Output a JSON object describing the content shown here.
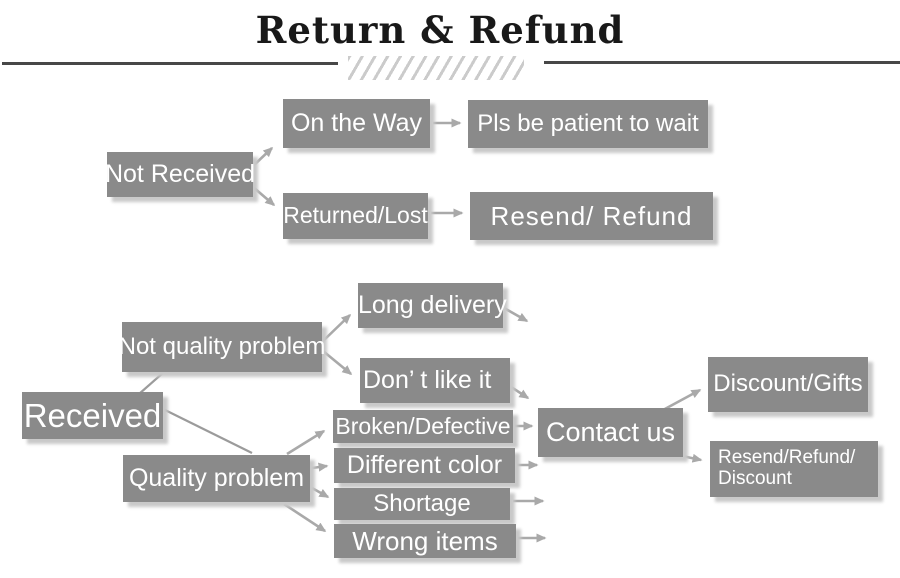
{
  "page": {
    "title": "Return & Refund"
  },
  "colors": {
    "box_fill": "#8a8a8a",
    "box_text": "#ffffff",
    "arrow": "#a9a9a9",
    "title_text": "#191919",
    "divider": "#474747",
    "hatch": "#cbcbcb",
    "background": "#ffffff"
  },
  "nodes": {
    "not_received": {
      "label": "Not Received"
    },
    "on_the_way": {
      "label": "On the Way"
    },
    "pls_be_patient": {
      "label": "Pls be patient to wait"
    },
    "returned_lost": {
      "label": "Returned/Lost"
    },
    "resend_refund": {
      "label": "Resend/ Refund"
    },
    "received": {
      "label": "Received"
    },
    "not_quality_problem": {
      "label": "Not quality problem"
    },
    "long_delivery": {
      "label": "Long delivery"
    },
    "dont_like_it": {
      "label": "Don’ t like it"
    },
    "quality_problem": {
      "label": "Quality problem"
    },
    "broken_defective": {
      "label": "Broken/Defective"
    },
    "different_color": {
      "label": "Different color"
    },
    "shortage": {
      "label": "Shortage"
    },
    "wrong_items": {
      "label": "Wrong items"
    },
    "contact_us": {
      "label": "Contact us"
    },
    "discount_gifts": {
      "label": "Discount/Gifts"
    },
    "resend_refund_discount": {
      "line1": "Resend/Refund/",
      "line2": "Discount"
    }
  },
  "flow": {
    "not_received_children": [
      "On the Way",
      "Returned/Lost"
    ],
    "on_the_way_result": "Pls be patient to wait",
    "returned_lost_result": "Resend/ Refund",
    "received_children": [
      "Not quality problem",
      "Quality problem"
    ],
    "not_quality_children": [
      "Long delivery",
      "Don’ t like it"
    ],
    "quality_children": [
      "Broken/Defective",
      "Different color",
      "Shortage",
      "Wrong items"
    ],
    "contact_us_results": [
      "Discount/Gifts",
      "Resend/Refund/ Discount"
    ]
  }
}
